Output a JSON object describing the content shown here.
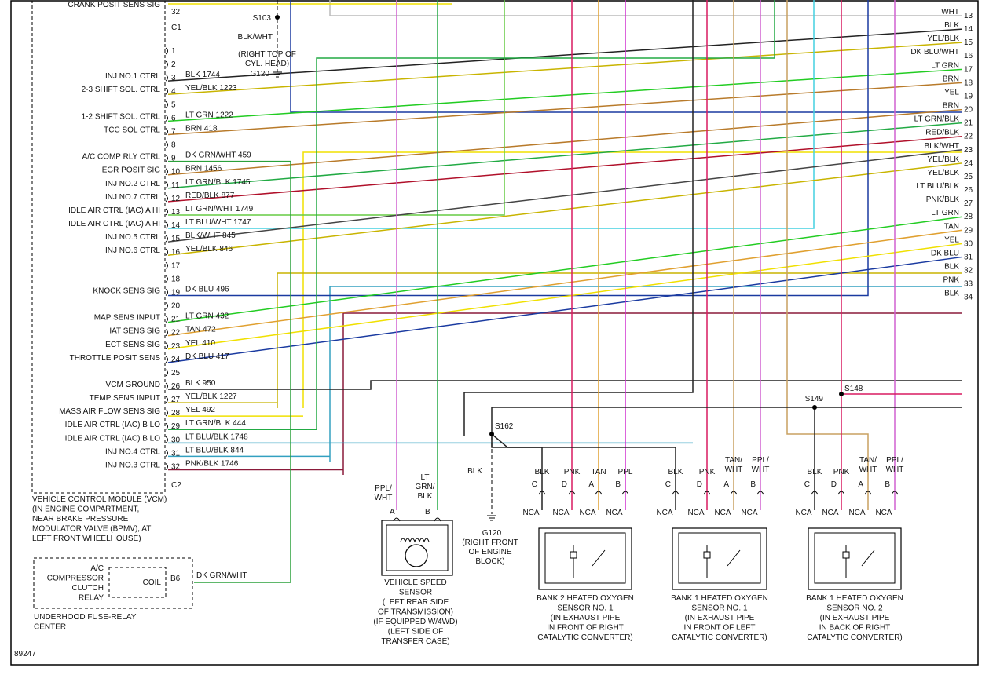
{
  "figure_id": "89247",
  "colors": {
    "BLK": "#222222",
    "YEL/BLK": "#c8b400",
    "DK BLU/WHT": "#1a3aa0",
    "LT GRN": "#22cc22",
    "BRN": "#b87a2a",
    "YEL": "#f0e000",
    "LT GRN/BLK": "#22aa44",
    "RED/BLK": "#b0102a",
    "BLK/WHT": "#444444",
    "LT BLU/BLK": "#33a0c0",
    "PNK/BLK": "#8a1a3a",
    "TAN": "#e0a030",
    "DK BLU": "#1a3aa0",
    "PNK": "#d81a60",
    "WHT": "#bbbbbb",
    "DK GRN/WHT": "#2aa03a",
    "LT GRN/WHT": "#66cc44",
    "LT BLU/WHT": "#44d0e0",
    "YEL/WHT": "#e0d040",
    "PPL/WHT": "#d060d0",
    "PPL": "#d030d0",
    "TAN/WHT": "#c8a060",
    "LT BLU": "#44d0e0"
  },
  "vcm": {
    "top_label": "CRANK POSIT SENS SIG",
    "top_pin": "32",
    "connector_c1": "C1",
    "connector_c2": "C2",
    "caption": [
      "VEHICLE CONTROL MODULE (VCM)",
      "(IN ENGINE COMPARTMENT,",
      "NEAR BRAKE PRESSURE",
      "MODULATOR VALVE (BPMV), AT",
      "LEFT FRONT WHEELHOUSE)"
    ],
    "pins": [
      {
        "pin": "1",
        "func": "",
        "wire": "",
        "circ": ""
      },
      {
        "pin": "2",
        "func": "",
        "wire": "",
        "circ": ""
      },
      {
        "pin": "3",
        "func": "INJ NO.1 CTRL",
        "wire": "BLK",
        "circ": "1744"
      },
      {
        "pin": "4",
        "func": "2-3 SHIFT SOL. CTRL",
        "wire": "YEL/BLK",
        "circ": "1223"
      },
      {
        "pin": "5",
        "func": "",
        "wire": "",
        "circ": ""
      },
      {
        "pin": "6",
        "func": "1-2 SHIFT SOL. CTRL",
        "wire": "LT GRN",
        "circ": "1222"
      },
      {
        "pin": "7",
        "func": "TCC SOL CTRL",
        "wire": "BRN",
        "circ": "418"
      },
      {
        "pin": "8",
        "func": "",
        "wire": "",
        "circ": ""
      },
      {
        "pin": "9",
        "func": "A/C COMP RLY CTRL",
        "wire": "DK GRN/WHT",
        "circ": "459"
      },
      {
        "pin": "10",
        "func": "EGR POSIT SIG",
        "wire": "BRN",
        "circ": "1456"
      },
      {
        "pin": "11",
        "func": "INJ NO.2 CTRL",
        "wire": "LT GRN/BLK",
        "circ": "1745"
      },
      {
        "pin": "12",
        "func": "INJ NO.7 CTRL",
        "wire": "RED/BLK",
        "circ": "877"
      },
      {
        "pin": "13",
        "func": "IDLE AIR CTRL (IAC) A HI",
        "wire": "LT GRN/WHT",
        "circ": "1749"
      },
      {
        "pin": "14",
        "func": "IDLE AIR CTRL (IAC) A HI",
        "wire": "LT BLU/WHT",
        "circ": "1747"
      },
      {
        "pin": "15",
        "func": "INJ NO.5 CTRL",
        "wire": "BLK/WHT",
        "circ": "845"
      },
      {
        "pin": "16",
        "func": "INJ NO.6 CTRL",
        "wire": "YEL/BLK",
        "circ": "846"
      },
      {
        "pin": "17",
        "func": "",
        "wire": "",
        "circ": ""
      },
      {
        "pin": "18",
        "func": "",
        "wire": "",
        "circ": ""
      },
      {
        "pin": "19",
        "func": "KNOCK SENS SIG",
        "wire": "DK BLU",
        "circ": "496"
      },
      {
        "pin": "20",
        "func": "",
        "wire": "",
        "circ": ""
      },
      {
        "pin": "21",
        "func": "MAP SENS INPUT",
        "wire": "LT GRN",
        "circ": "432"
      },
      {
        "pin": "22",
        "func": "IAT SENS SIG",
        "wire": "TAN",
        "circ": "472"
      },
      {
        "pin": "23",
        "func": "ECT SENS SIG",
        "wire": "YEL",
        "circ": "410"
      },
      {
        "pin": "24",
        "func": "THROTTLE POSIT SENS",
        "wire": "DK BLU",
        "circ": "417"
      },
      {
        "pin": "25",
        "func": "",
        "wire": "",
        "circ": ""
      },
      {
        "pin": "26",
        "func": "VCM GROUND",
        "wire": "BLK",
        "circ": "950"
      },
      {
        "pin": "27",
        "func": "TEMP SENS INPUT",
        "wire": "YEL/BLK",
        "circ": "1227"
      },
      {
        "pin": "28",
        "func": "MASS AIR FLOW SENS SIG",
        "wire": "YEL",
        "circ": "492"
      },
      {
        "pin": "29",
        "func": "IDLE AIR CTRL (IAC) B LO",
        "wire": "LT GRN/BLK",
        "circ": "444"
      },
      {
        "pin": "30",
        "func": "IDLE AIR CTRL (IAC) B LO",
        "wire": "LT BLU/BLK",
        "circ": "1748"
      },
      {
        "pin": "31",
        "func": "INJ NO.4 CTRL",
        "wire": "LT BLU/BLK",
        "circ": "844"
      },
      {
        "pin": "32",
        "func": "INJ NO.3 CTRL",
        "wire": "PNK/BLK",
        "circ": "1746"
      }
    ]
  },
  "splice_s103": {
    "id": "S103",
    "wire": "BLK/WHT",
    "note": "(RIGHT TOP OF CYL. HEAD)",
    "note_lines": [
      "(RIGHT TOP OF",
      "CYL. HEAD)"
    ],
    "ground": "G120"
  },
  "right_wires": [
    {
      "n": "13",
      "label": "WHT"
    },
    {
      "n": "14",
      "label": "BLK"
    },
    {
      "n": "15",
      "label": "YEL/BLK"
    },
    {
      "n": "16",
      "label": "DK BLU/WHT"
    },
    {
      "n": "17",
      "label": "LT GRN"
    },
    {
      "n": "18",
      "label": "BRN"
    },
    {
      "n": "19",
      "label": "YEL"
    },
    {
      "n": "20",
      "label": "BRN"
    },
    {
      "n": "21",
      "label": "LT GRN/BLK"
    },
    {
      "n": "22",
      "label": "RED/BLK"
    },
    {
      "n": "23",
      "label": "BLK/WHT"
    },
    {
      "n": "24",
      "label": "YEL/BLK"
    },
    {
      "n": "25",
      "label": "YEL/BLK"
    },
    {
      "n": "26",
      "label": "LT BLU/BLK"
    },
    {
      "n": "27",
      "label": "PNK/BLK"
    },
    {
      "n": "28",
      "label": "LT GRN"
    },
    {
      "n": "29",
      "label": "TAN"
    },
    {
      "n": "30",
      "label": "YEL"
    },
    {
      "n": "31",
      "label": "DK BLU"
    },
    {
      "n": "32",
      "label": "BLK"
    },
    {
      "n": "33",
      "label": "PNK"
    },
    {
      "n": "34",
      "label": "BLK"
    }
  ],
  "splices": {
    "s148": "S148",
    "s149": "S149",
    "s162": "S162"
  },
  "ground_g120": {
    "id": "G120",
    "wire": "BLK",
    "lines": [
      "(RIGHT FRONT",
      "OF ENGINE",
      "BLOCK)"
    ]
  },
  "vss": {
    "pin_a": "A",
    "pin_b": "B",
    "wire_a": [
      "PPL/",
      "WHT"
    ],
    "wire_b": [
      "LT",
      "GRN/",
      "BLK"
    ],
    "caption": [
      "VEHICLE SPEED",
      "SENSOR",
      "(LEFT REAR SIDE",
      "OF TRANSMISSION)",
      "(IF EQUIPPED W/4WD)",
      "(LEFT SIDE OF",
      "TRANSFER CASE)"
    ]
  },
  "sensors": [
    {
      "wires": [
        [
          "BLK"
        ],
        [
          "PNK"
        ],
        [
          "TAN"
        ],
        [
          "PPL"
        ]
      ],
      "pins": [
        "C",
        "D",
        "A",
        "B"
      ],
      "nca": "NCA",
      "caption": [
        "BANK 2 HEATED OXYGEN",
        "SENSOR NO. 1",
        "(IN EXHAUST PIPE",
        "IN FRONT OF RIGHT",
        "CATALYTIC CONVERTER)"
      ]
    },
    {
      "wires": [
        [
          "BLK"
        ],
        [
          "PNK"
        ],
        [
          "TAN/",
          "WHT"
        ],
        [
          "PPL/",
          "WHT"
        ]
      ],
      "pins": [
        "C",
        "D",
        "A",
        "B"
      ],
      "nca": "NCA",
      "caption": [
        "BANK 1 HEATED OXYGEN",
        "SENSOR NO. 1",
        "(IN EXHAUST PIPE",
        "IN FRONT OF LEFT",
        "CATALYTIC CONVERTER)"
      ]
    },
    {
      "wires": [
        [
          "BLK"
        ],
        [
          "PNK"
        ],
        [
          "TAN/",
          "WHT"
        ],
        [
          "PPL/",
          "WHT"
        ]
      ],
      "pins": [
        "C",
        "D",
        "A",
        "B"
      ],
      "nca": "NCA",
      "caption": [
        "BANK 1 HEATED OXYGEN",
        "SENSOR NO. 2",
        "(IN EXHAUST PIPE",
        "IN BACK OF RIGHT",
        "CATALYTIC CONVERTER)"
      ]
    }
  ],
  "relay": {
    "name_lines": [
      "A/C",
      "COMPRESSOR",
      "CLUTCH",
      "RELAY"
    ],
    "coil": "COIL",
    "pin": "B6",
    "wire": "DK GRN/WHT",
    "caption": [
      "UNDERHOOD FUSE-RELAY",
      "CENTER"
    ]
  }
}
